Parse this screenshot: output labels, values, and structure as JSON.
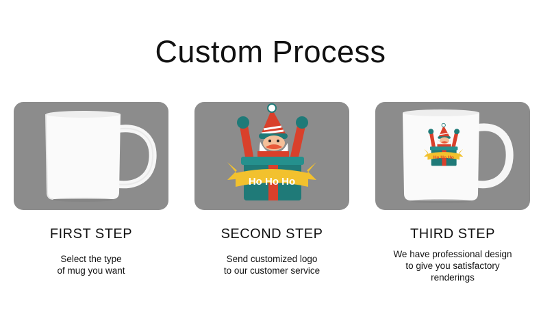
{
  "page": {
    "title": "Custom Process"
  },
  "steps": [
    {
      "title": "FIRST STEP",
      "description": "Select the type\nof mug you want",
      "image_icon": "white-mug-icon"
    },
    {
      "title": "SECOND STEP",
      "description": "Send customized logo\nto our customer service",
      "image_icon": "santa-logo-icon",
      "logo_text": "Ho Ho Ho"
    },
    {
      "title": "THIRD STEP",
      "description": "We have professional design\nto give you satisfactory\nrenderings",
      "image_icon": "custom-mug-icon",
      "logo_text": "Ho Ho Ho"
    }
  ],
  "colors": {
    "card_background": "#8c8c8c",
    "mug": "#ffffff",
    "santa_red": "#d9402b",
    "gift_teal": "#1f7a78",
    "ribbon_yellow": "#f2c12e"
  }
}
